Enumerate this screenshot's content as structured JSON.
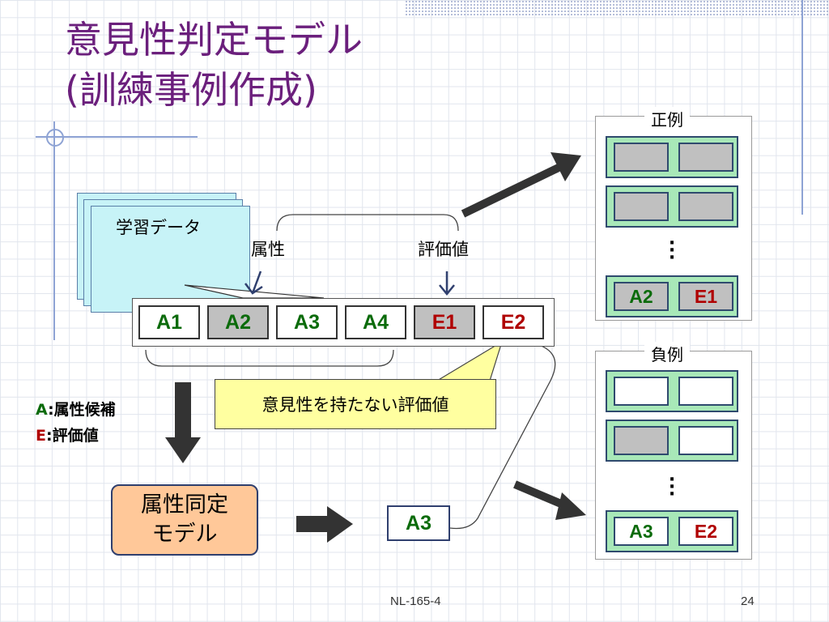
{
  "slide": {
    "title_line1": "意見性判定モデル",
    "title_line2": "(訓練事例作成)",
    "footer_center": "NL-165-4",
    "page_number": "24"
  },
  "training_data": {
    "label": "学習データ",
    "attribute_label": "属性",
    "eval_label": "評価値",
    "cells": [
      "A1",
      "A2",
      "A3",
      "A4",
      "E1",
      "E2"
    ]
  },
  "callout": {
    "text": "意見性を持たない評価値"
  },
  "legend": {
    "a_key": "A",
    "a_text": ":属性候補",
    "e_key": "E",
    "e_text": ":評価値"
  },
  "model": {
    "line1": "属性同定",
    "line2": "モデル"
  },
  "output_cell": "A3",
  "positive": {
    "title": "正例",
    "last_row": [
      "A2",
      "E1"
    ]
  },
  "negative": {
    "title": "負例",
    "last_row": [
      "A3",
      "E2"
    ]
  },
  "colors": {
    "title": "#6b1f7c",
    "attr_text": "#0b6b0b",
    "eval_text": "#b00000",
    "model_fill": "#ffc899",
    "row_fill": "#a8e8b8",
    "callout_fill": "#ffffa0"
  }
}
